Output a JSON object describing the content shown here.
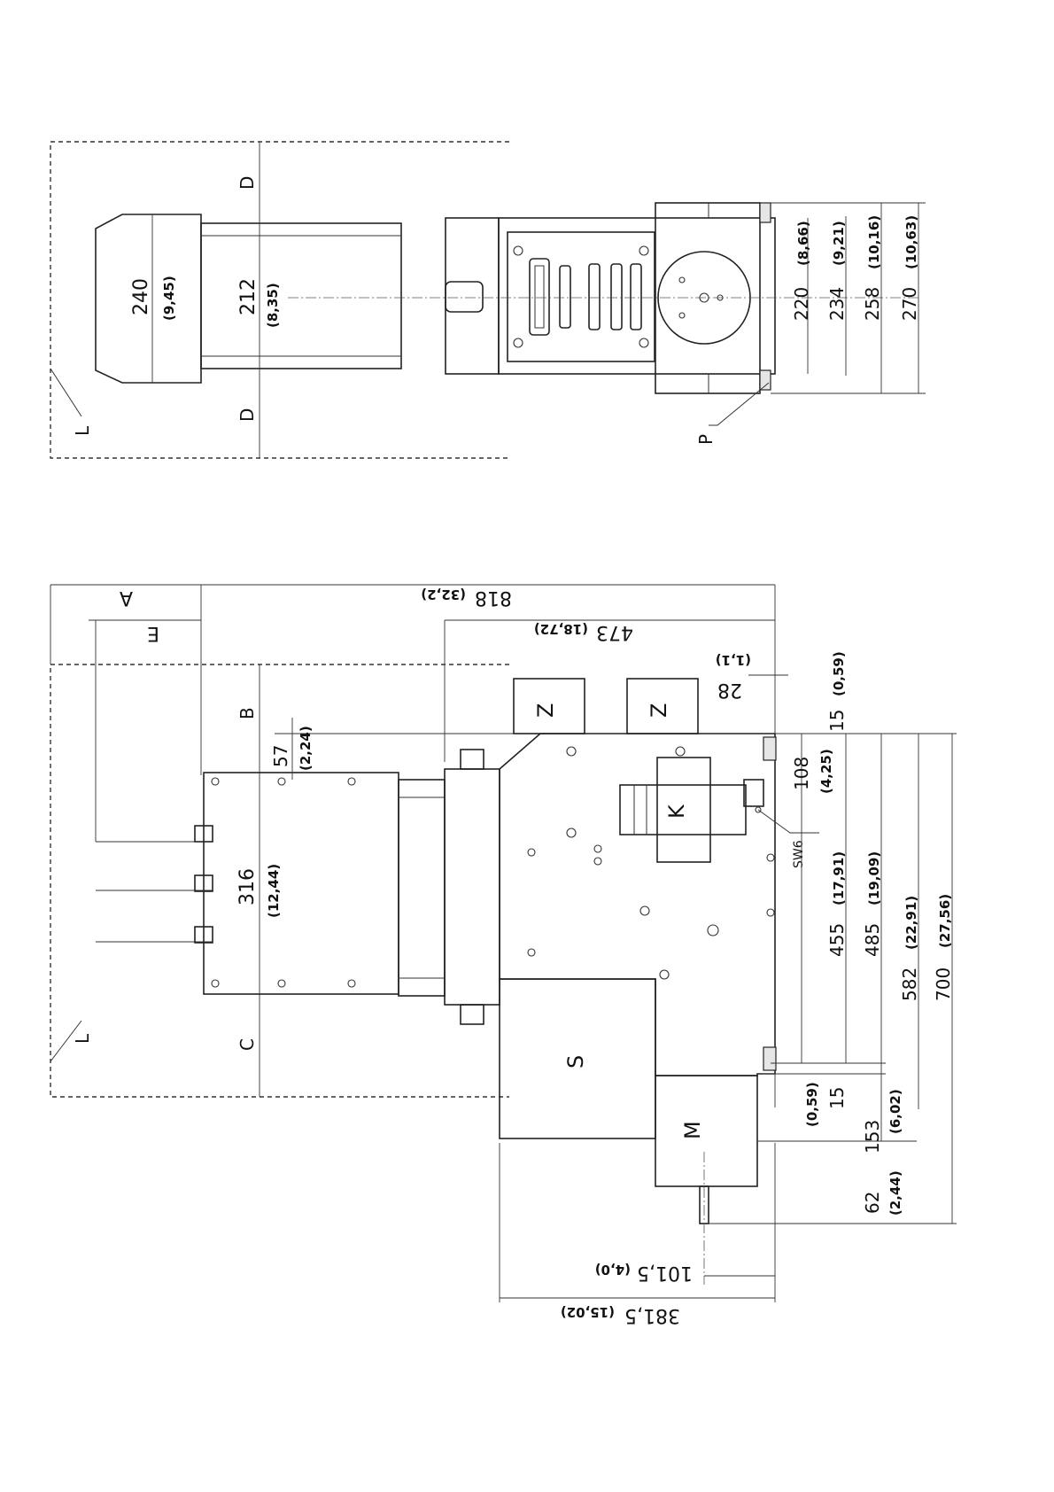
{
  "top_view": {
    "labels": {
      "L": "L",
      "D": "D",
      "P": "P"
    },
    "dims": [
      {
        "value": "240",
        "inch": "(9,45)"
      },
      {
        "value": "212",
        "inch": "(8,35)"
      },
      {
        "value": "220",
        "inch": "(8,66)"
      },
      {
        "value": "234",
        "inch": "(9,21)"
      },
      {
        "value": "258",
        "inch": "(10,16)"
      },
      {
        "value": "270",
        "inch": "(10,63)"
      }
    ]
  },
  "side_view": {
    "labels": {
      "A": "A",
      "E": "E",
      "B": "B",
      "C": "C",
      "L": "L",
      "Z": "Z",
      "K": "K",
      "S": "S",
      "M": "M",
      "SW6": "SW6"
    },
    "dims": {
      "d818": "818",
      "d818_in": "(32,2)",
      "d473": "473",
      "d473_in": "(18,72)",
      "d28": "28",
      "d28_in": "(1,1)",
      "d57": "57",
      "d57_in": "(2,24)",
      "d316": "316",
      "d316_in": "(12,44)",
      "d15a": "15",
      "d15a_in": "(0,59)",
      "d108": "108",
      "d108_in": "(4,25)",
      "d455": "455",
      "d455_in": "(17,91)",
      "d485": "485",
      "d485_in": "(19,09)",
      "d582": "582",
      "d582_in": "(22,91)",
      "d700": "700",
      "d700_in": "(27,56)",
      "d15b": "15",
      "d15b_in": "(0,59)",
      "d153": "153",
      "d153_in": "(6,02)",
      "d62": "62",
      "d62_in": "(2,44)",
      "d101": "101,5",
      "d101_in": "(4,0)",
      "d381": "381,5",
      "d381_in": "(15,02)"
    }
  }
}
